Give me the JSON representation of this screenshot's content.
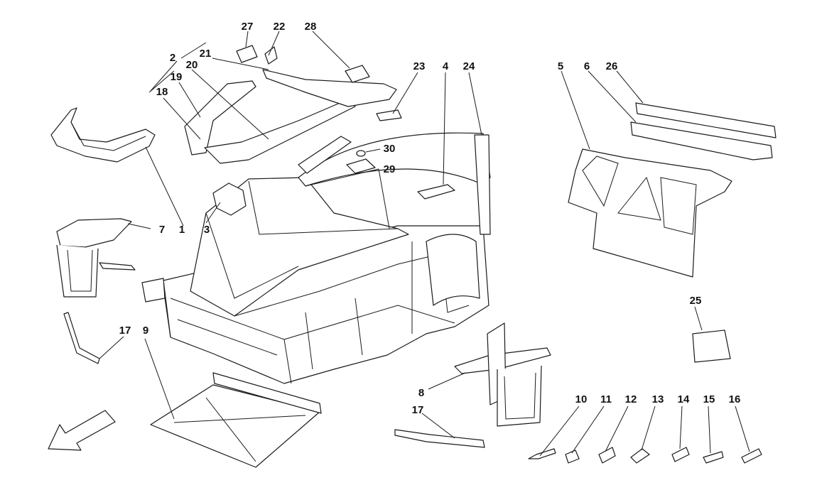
{
  "callouts": [
    {
      "id": "c1",
      "label": "1"
    },
    {
      "id": "c2",
      "label": "2"
    },
    {
      "id": "c3",
      "label": "3"
    },
    {
      "id": "c4",
      "label": "4"
    },
    {
      "id": "c5",
      "label": "5"
    },
    {
      "id": "c6",
      "label": "6"
    },
    {
      "id": "c7",
      "label": "7"
    },
    {
      "id": "c8",
      "label": "8"
    },
    {
      "id": "c9",
      "label": "9"
    },
    {
      "id": "c10",
      "label": "10"
    },
    {
      "id": "c11",
      "label": "11"
    },
    {
      "id": "c12",
      "label": "12"
    },
    {
      "id": "c13",
      "label": "13"
    },
    {
      "id": "c14",
      "label": "14"
    },
    {
      "id": "c15",
      "label": "15"
    },
    {
      "id": "c16",
      "label": "16"
    },
    {
      "id": "c17a",
      "label": "17"
    },
    {
      "id": "c17b",
      "label": "17"
    },
    {
      "id": "c18",
      "label": "18"
    },
    {
      "id": "c19",
      "label": "19"
    },
    {
      "id": "c20",
      "label": "20"
    },
    {
      "id": "c21",
      "label": "21"
    },
    {
      "id": "c22",
      "label": "22"
    },
    {
      "id": "c23",
      "label": "23"
    },
    {
      "id": "c24",
      "label": "24"
    },
    {
      "id": "c25",
      "label": "25"
    },
    {
      "id": "c26",
      "label": "26"
    },
    {
      "id": "c27",
      "label": "27"
    },
    {
      "id": "c28",
      "label": "28"
    },
    {
      "id": "c29",
      "label": "29"
    },
    {
      "id": "c30",
      "label": "30"
    }
  ],
  "colors": {
    "line": "#1a1a1a",
    "fill": "#ffffff",
    "label": "#111111"
  }
}
